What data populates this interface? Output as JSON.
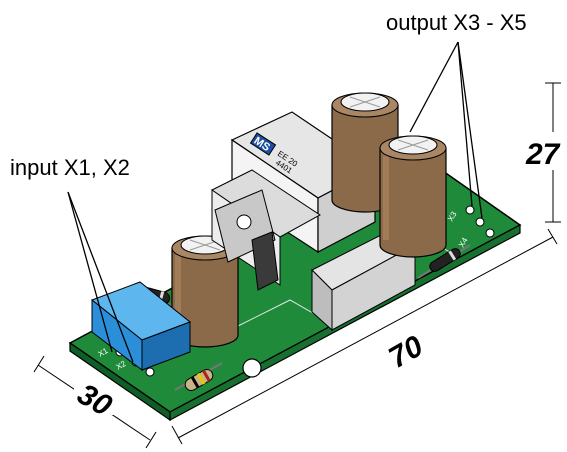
{
  "labels": {
    "input": "input X1, X2",
    "output": "output X3 - X5"
  },
  "dimensions": {
    "length": "70",
    "width": "30",
    "height": "27"
  },
  "pins": [
    "X1",
    "X2",
    "X3",
    "X4"
  ],
  "transformer": {
    "brand": "MS",
    "line1": "EE 20",
    "line2": "4401"
  },
  "colors": {
    "pcb": "#1f8a3a",
    "capacitor": "#8b6a4a",
    "terminal": "#2a8fd8",
    "choke": "#d8d8d8"
  }
}
